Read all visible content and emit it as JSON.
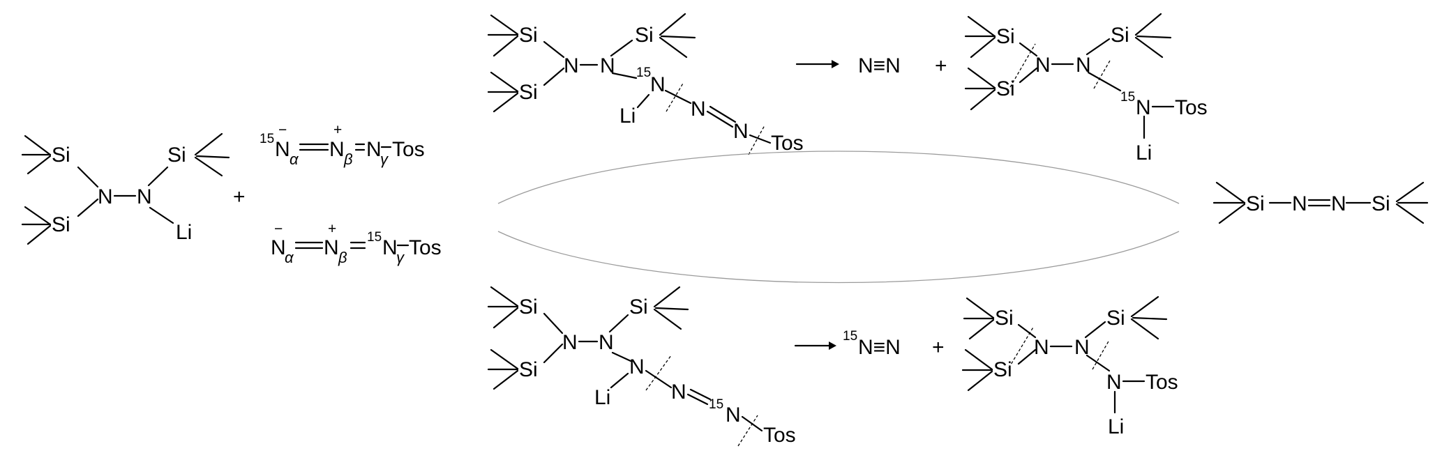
{
  "atoms": {
    "si": "Si",
    "n": "N",
    "li": "Li",
    "tos": "Tos",
    "iso15": "15",
    "minus": "−",
    "plus": "+"
  },
  "greek": {
    "alpha": "α",
    "beta": "β",
    "gamma": "γ"
  },
  "operators": {
    "plus": "+"
  },
  "products": {
    "dinitrogen": "N≡N"
  },
  "colors": {
    "ink": "#000000",
    "arc": "#9a9a9a"
  }
}
